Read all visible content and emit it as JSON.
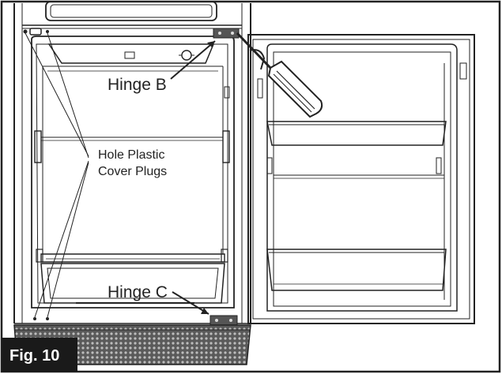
{
  "labels": {
    "hinge_b": "Hinge B",
    "hole_plugs_line1": "Hole Plastic",
    "hole_plugs_line2": "Cover Plugs",
    "hinge_c": "Hinge C",
    "figure": "Fig. 10"
  }
}
